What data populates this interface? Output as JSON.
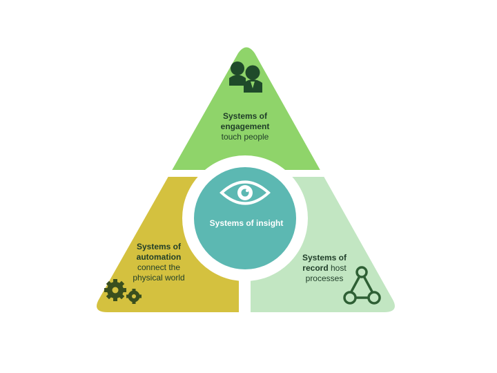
{
  "segments": {
    "engagement": {
      "title_line1": "Systems of",
      "title_line2": "engagement",
      "subtitle": "touch people",
      "icon": "people-icon",
      "color": "#8fd46a"
    },
    "automation": {
      "title_line1": "Systems of",
      "title_line2": "automation",
      "subtitle_line1": "connect the",
      "subtitle_line2": "physical world",
      "icon": "gears-icon",
      "color": "#d4c13f"
    },
    "record": {
      "title_line1": "Systems of",
      "title_line2": "record",
      "subtitle_inline": "host",
      "subtitle_line2": "processes",
      "icon": "network-triangle-icon",
      "color": "#c2e6c2"
    }
  },
  "center": {
    "label": "Systems of insight",
    "icon": "eye-icon",
    "color": "#5cb8b2"
  }
}
